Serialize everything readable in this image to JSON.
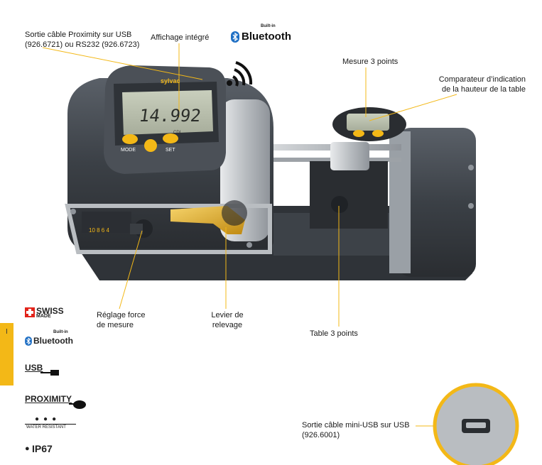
{
  "labels": {
    "cable_usb": "Sortie câble Proximity sur USB\n(926.6721) ou RS232 (926.6723)",
    "display": "Affichage intégré",
    "measure3": "Mesure 3 points",
    "comparator": "Comparateur d’indication\nde la hauteur de la table",
    "force": "Réglage force\nde mesure",
    "lever": "Levier de\nrelevage",
    "table3": "Table 3 points",
    "mini_usb": "Sortie câble mini-USB sur USB\n(926.6001)"
  },
  "device": {
    "brand": "sylvac",
    "reading": "14.992",
    "mode_label": "MODE",
    "set_label": "SET",
    "unit": "CDL",
    "scale_ticks": "10  8  6  4"
  },
  "bluetooth_badge": {
    "top": "Built-in",
    "name": "Bluetooth"
  },
  "sidebar": {
    "marker": "I",
    "swiss": "SWISS",
    "swiss_sub": "MADE",
    "bt_top": "Built-in",
    "bt_name": "Bluetooth",
    "usb": "USB",
    "proximity": "PROXIMITY",
    "water": "WATER RESISTANT",
    "ip": "IP67"
  },
  "colors": {
    "accent": "#f3b817",
    "body": "#3b4046",
    "panel": "#b9bdc1",
    "line": "#f3b817"
  }
}
